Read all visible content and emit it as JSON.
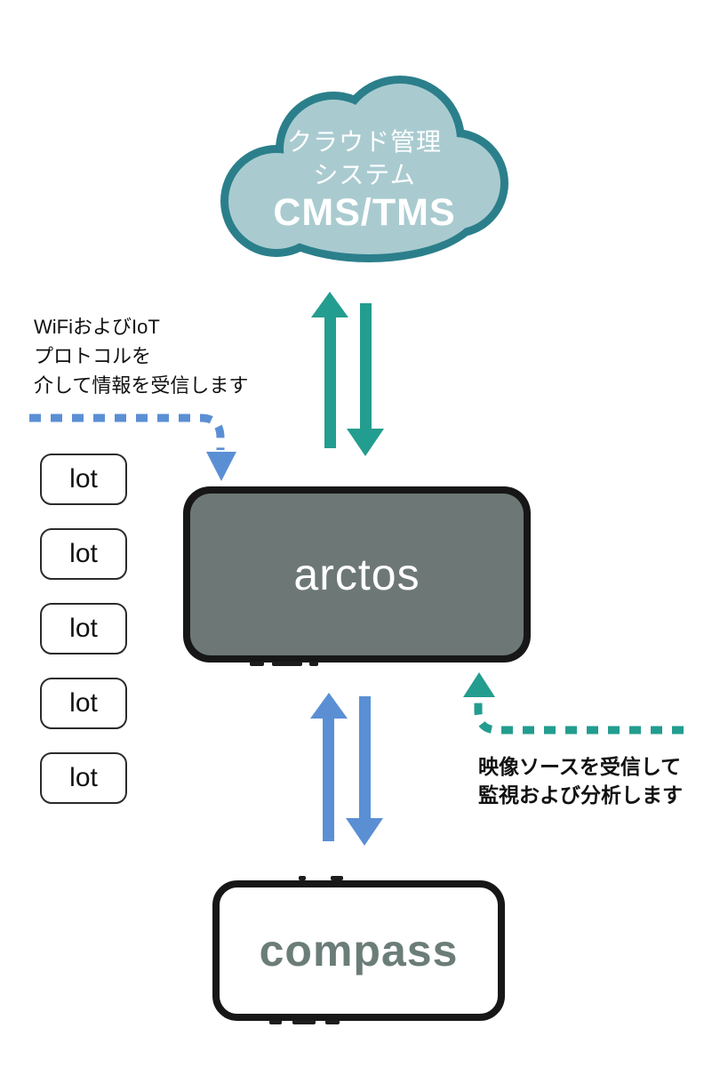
{
  "cloud": {
    "title_line1": "クラウド管理",
    "title_line2": "システム",
    "label": "CMS/TMS"
  },
  "notes": {
    "wifi": {
      "line1": "WiFiおよびIoT",
      "line2": "プロトコルを",
      "line3": "介して情報を受信します"
    },
    "video": {
      "line1": "映像ソースを受信して",
      "line2": "監視および分析します"
    }
  },
  "devices": {
    "arctos": {
      "label": "arctos"
    },
    "compass": {
      "label": "compass"
    },
    "lot_items": [
      "lot",
      "lot",
      "lot",
      "lot",
      "lot"
    ]
  },
  "colors": {
    "cloud_fill": "#a9cbd0",
    "cloud_border": "#2b7f8b",
    "teal_arrow": "#239d8f",
    "blue_arrow": "#5b8fd4",
    "arctos_screen": "#6d7876",
    "compass_text": "#6b7d78"
  }
}
